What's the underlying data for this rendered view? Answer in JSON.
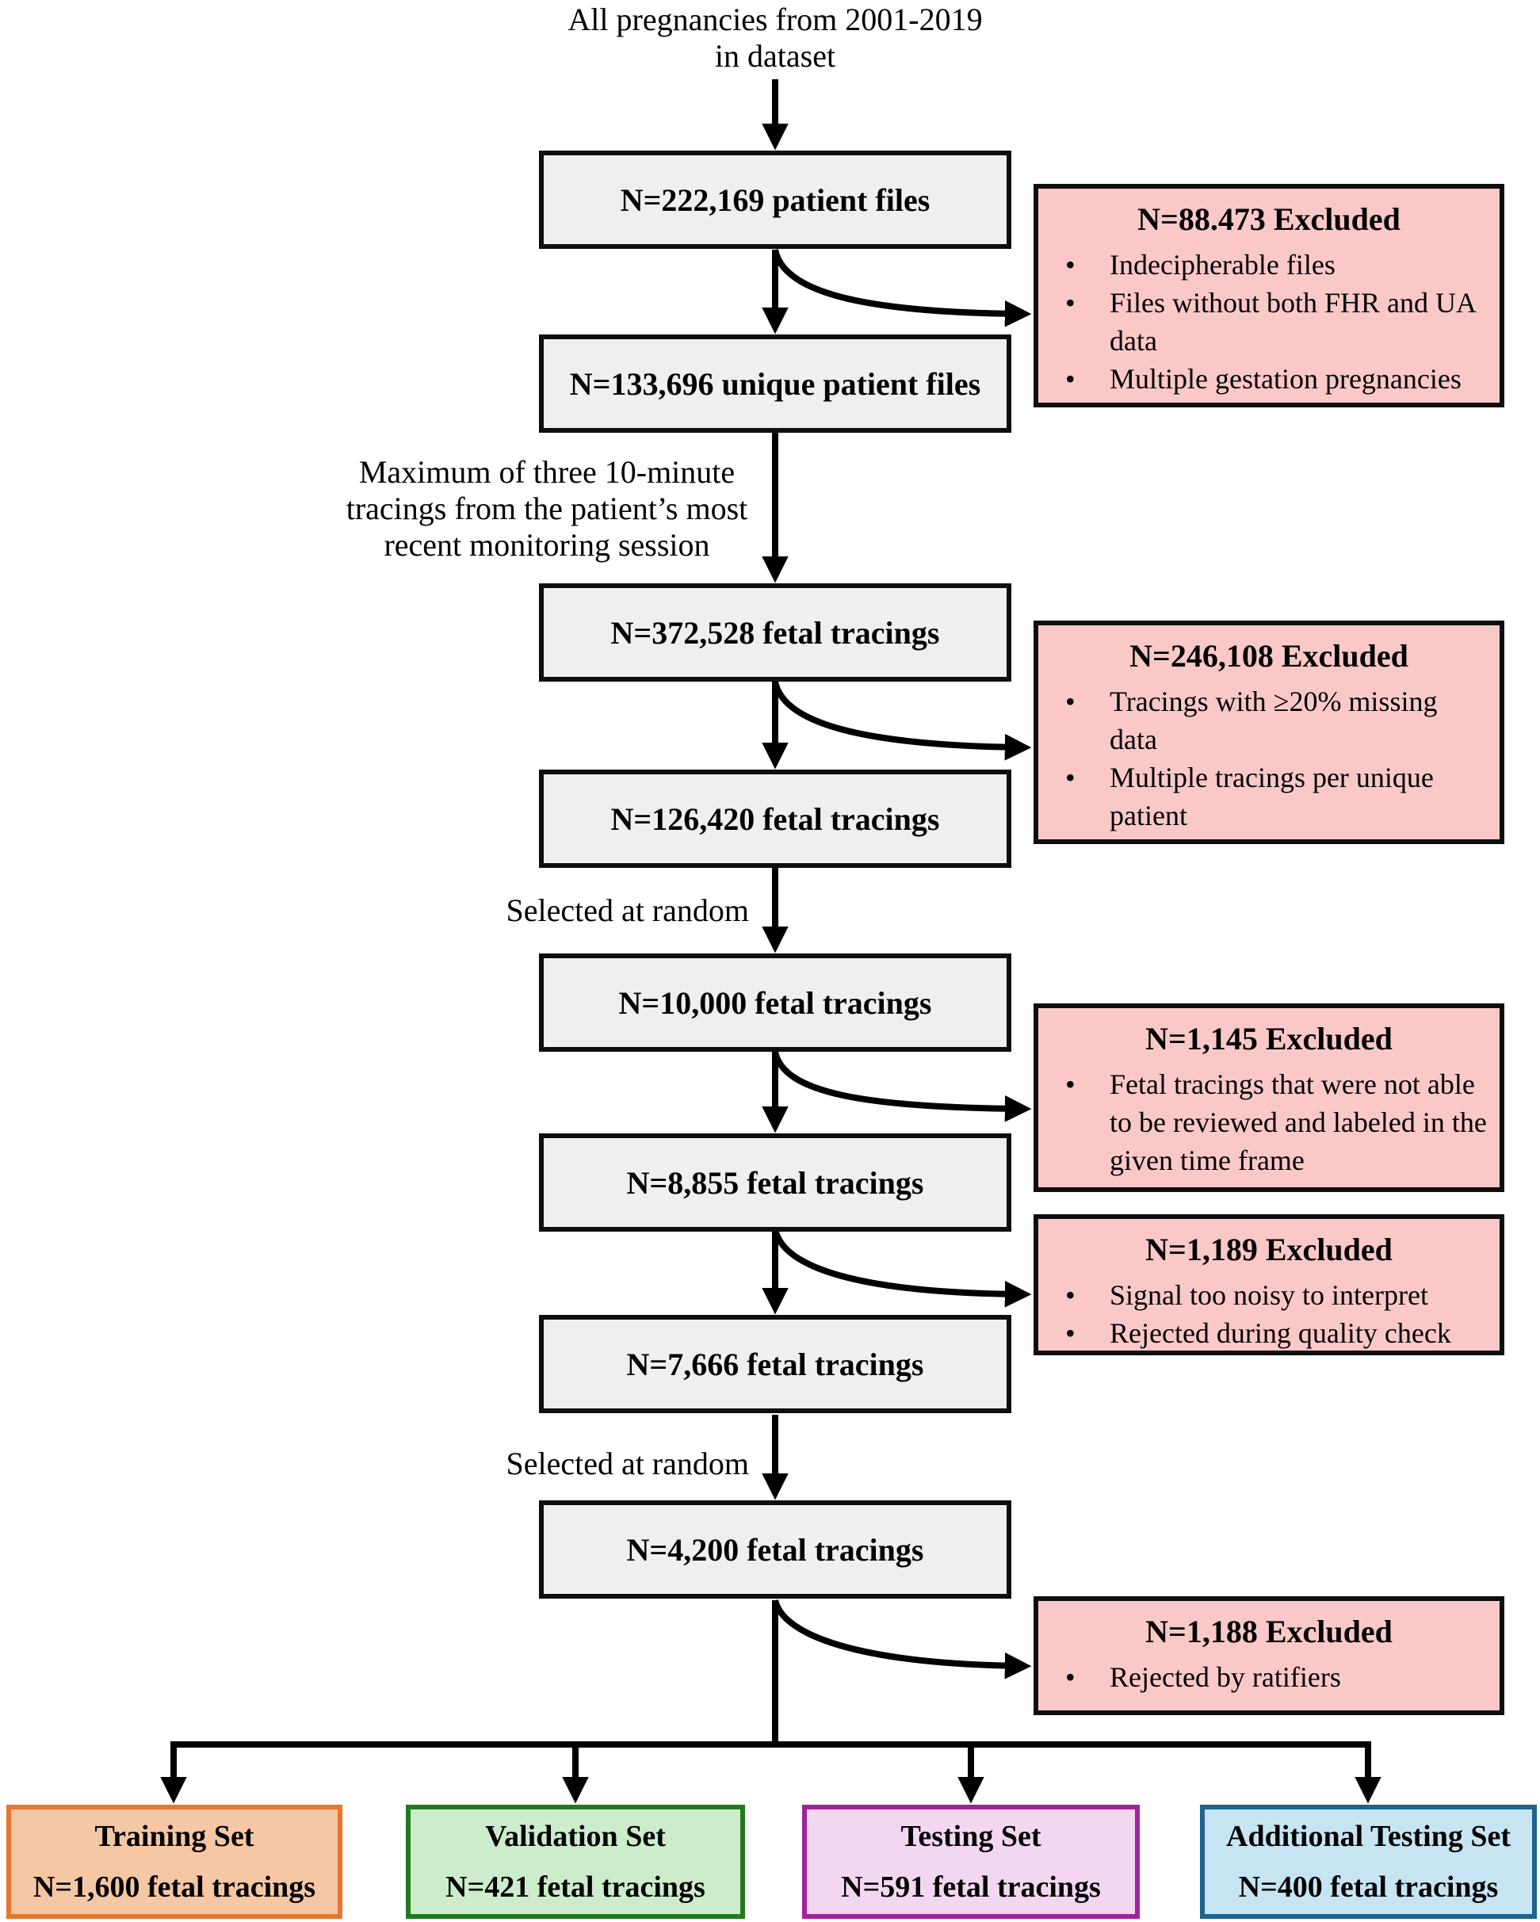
{
  "diagram": {
    "title_lines": [
      "All pregnancies from 2001-2019",
      "in dataset"
    ],
    "flow_boxes": [
      {
        "label": "N=222,169 patient files"
      },
      {
        "label": "N=133,696 unique patient files"
      },
      {
        "label": "N=372,528 fetal tracings"
      },
      {
        "label": "N=126,420 fetal tracings"
      },
      {
        "label": "N=10,000 fetal tracings"
      },
      {
        "label": "N=8,855 fetal tracings"
      },
      {
        "label": "N=7,666 fetal tracings"
      },
      {
        "label": "N=4,200 fetal tracings"
      }
    ],
    "side_labels": {
      "max_tracings_lines": [
        "Maximum of three 10-minute",
        "tracings from the patient’s most",
        "recent monitoring session"
      ],
      "selected_at_random_1": "Selected at random",
      "selected_at_random_2": "Selected at random"
    },
    "excluded_boxes": [
      {
        "title": "N=88.473 Excluded",
        "bullet_glyph": "•",
        "bullets": [
          "Indecipherable files",
          "Files without both FHR and UA data",
          "Multiple gestation pregnancies"
        ]
      },
      {
        "title": "N=246,108 Excluded",
        "bullet_glyph": "•",
        "bullets": [
          "Tracings with ≥20% missing data",
          "Multiple tracings per unique patient"
        ]
      },
      {
        "title": "N=1,145 Excluded",
        "bullet_glyph": "•",
        "bullets": [
          "Fetal tracings that were not able to be reviewed and labeled in the given time frame"
        ]
      },
      {
        "title": "N=1,189 Excluded",
        "bullet_glyph": "•",
        "bullets": [
          "Signal too noisy to interpret",
          "Rejected during quality check"
        ]
      },
      {
        "title": "N=1,188 Excluded",
        "bullet_glyph": "•",
        "bullets": [
          "Rejected by ratifiers"
        ]
      }
    ],
    "result_boxes": [
      {
        "title": "Training Set",
        "count": "N=1,600 fetal tracings",
        "fill_color": "#f6c7a4",
        "border_color": "#e8762e"
      },
      {
        "title": "Validation Set",
        "count": "N=421 fetal tracings",
        "fill_color": "#cdeccb",
        "border_color": "#217a21"
      },
      {
        "title": "Testing Set",
        "count": "N=591 fetal tracings",
        "fill_color": "#f3d7f1",
        "border_color": "#a1239b"
      },
      {
        "title": "Additional Testing Set",
        "count": "N=400 fetal tracings",
        "fill_color": "#c7e4f2",
        "border_color": "#1d6390"
      }
    ],
    "colors": {
      "flow_box_fill": "#f0efef",
      "excluded_box_fill": "#fbc8c8",
      "line_color": "#000000"
    }
  }
}
